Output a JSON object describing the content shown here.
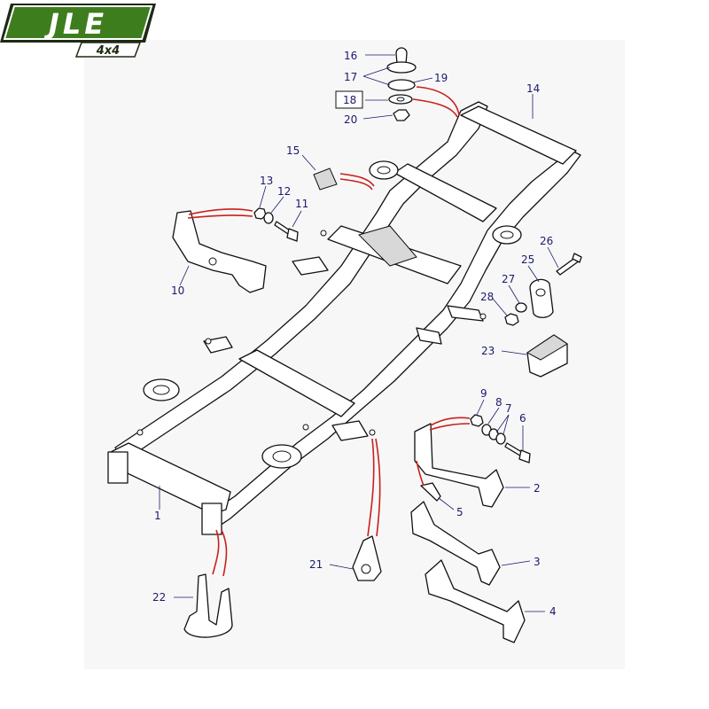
{
  "logo": {
    "brand": "JLE",
    "sub": "4x4",
    "colors": {
      "green": "#3e7d1e",
      "dark": "#1e2a14",
      "text": "#ffffff"
    }
  },
  "colors": {
    "callout": "#1a1a6e",
    "connector": "#c8201c",
    "line": "#111111",
    "panel": "#f7f7f7"
  },
  "callouts": [
    {
      "id": "1",
      "label": "1"
    },
    {
      "id": "2",
      "label": "2"
    },
    {
      "id": "3",
      "label": "3"
    },
    {
      "id": "4",
      "label": "4"
    },
    {
      "id": "5",
      "label": "5"
    },
    {
      "id": "6",
      "label": "6"
    },
    {
      "id": "7",
      "label": "7"
    },
    {
      "id": "8",
      "label": "8"
    },
    {
      "id": "9",
      "label": "9"
    },
    {
      "id": "10",
      "label": "10"
    },
    {
      "id": "11",
      "label": "11"
    },
    {
      "id": "12",
      "label": "12"
    },
    {
      "id": "13",
      "label": "13"
    },
    {
      "id": "14",
      "label": "14"
    },
    {
      "id": "15",
      "label": "15"
    },
    {
      "id": "16",
      "label": "16"
    },
    {
      "id": "17",
      "label": "17"
    },
    {
      "id": "18",
      "label": "18",
      "boxed": true
    },
    {
      "id": "19",
      "label": "19"
    },
    {
      "id": "20",
      "label": "20"
    },
    {
      "id": "21",
      "label": "21"
    },
    {
      "id": "22",
      "label": "22"
    },
    {
      "id": "23",
      "label": "23"
    },
    {
      "id": "25",
      "label": "25"
    },
    {
      "id": "26",
      "label": "26"
    },
    {
      "id": "27",
      "label": "27"
    },
    {
      "id": "28",
      "label": "28"
    }
  ]
}
